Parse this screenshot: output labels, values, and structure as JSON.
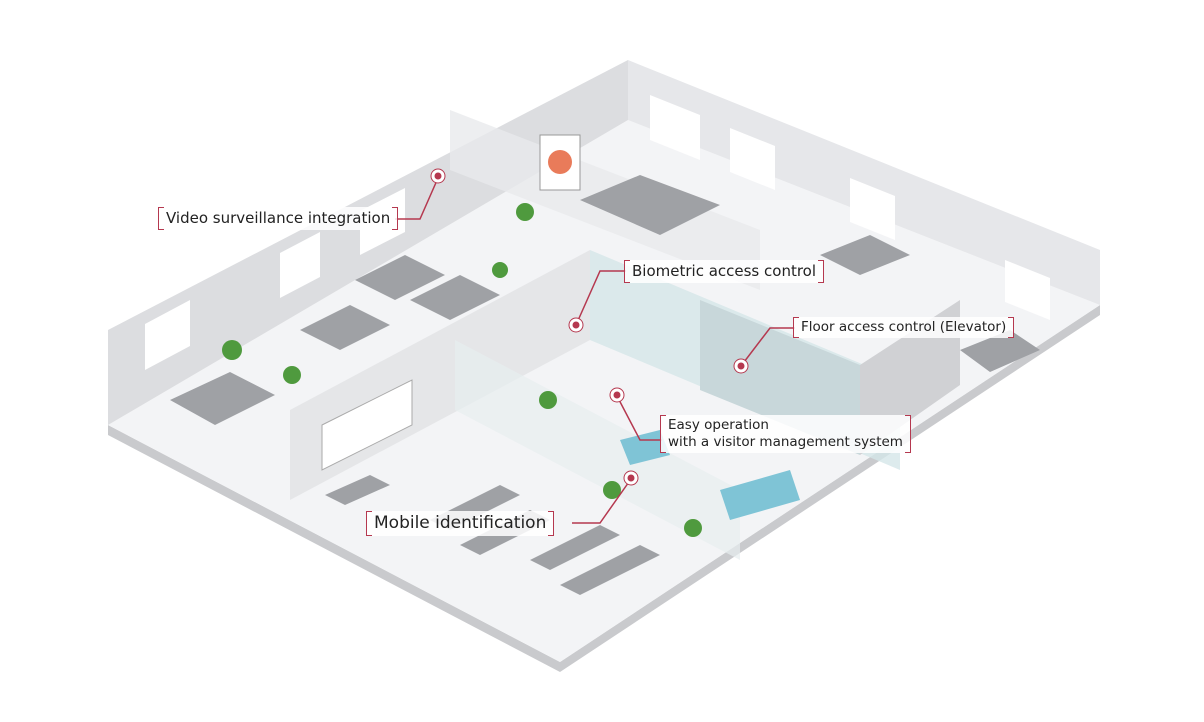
{
  "labels": {
    "video": "Video surveillance integration",
    "biometric": "Biometric access control",
    "elevator": "Floor access control (Elevator)",
    "visitor_line1": "Easy operation",
    "visitor_line2": "with a visitor management system",
    "mobile": "Mobile identification"
  },
  "colors": {
    "accent": "#b5384f",
    "floor": "#f2f3f5",
    "wall": "#d9dadc",
    "glass": "#cfe3e6"
  }
}
